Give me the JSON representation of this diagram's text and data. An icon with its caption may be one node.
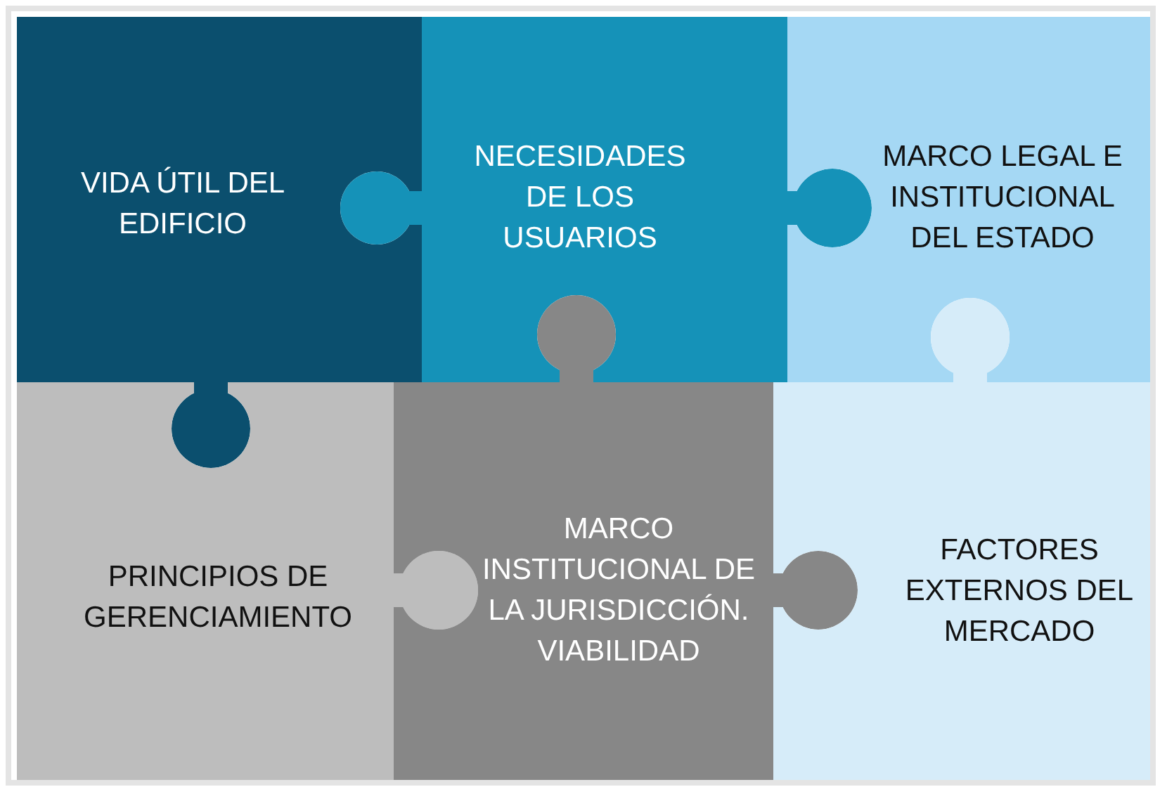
{
  "diagram": {
    "nodes": [
      {
        "text": [
          "VIDA ÚTIL DEL EDIFICIO"
        ]
      },
      {
        "text": [
          "NECESIDADES DE LOS USUARIOS"
        ]
      },
      {
        "text": [
          "MARCO LEGAL E INSTITUCIONAL DEL ESTADO"
        ]
      },
      {
        "text": [
          "PRINCIPIOS DE GERENCIAMIENTO"
        ]
      },
      {
        "text": [
          "MARCO INSTITUCIONAL DE LA JURISDICCIÓN. VIABILIDAD"
        ]
      },
      {
        "text": [
          "FACTORES EXTERNOS DEL MERCADO"
        ]
      }
    ]
  }
}
